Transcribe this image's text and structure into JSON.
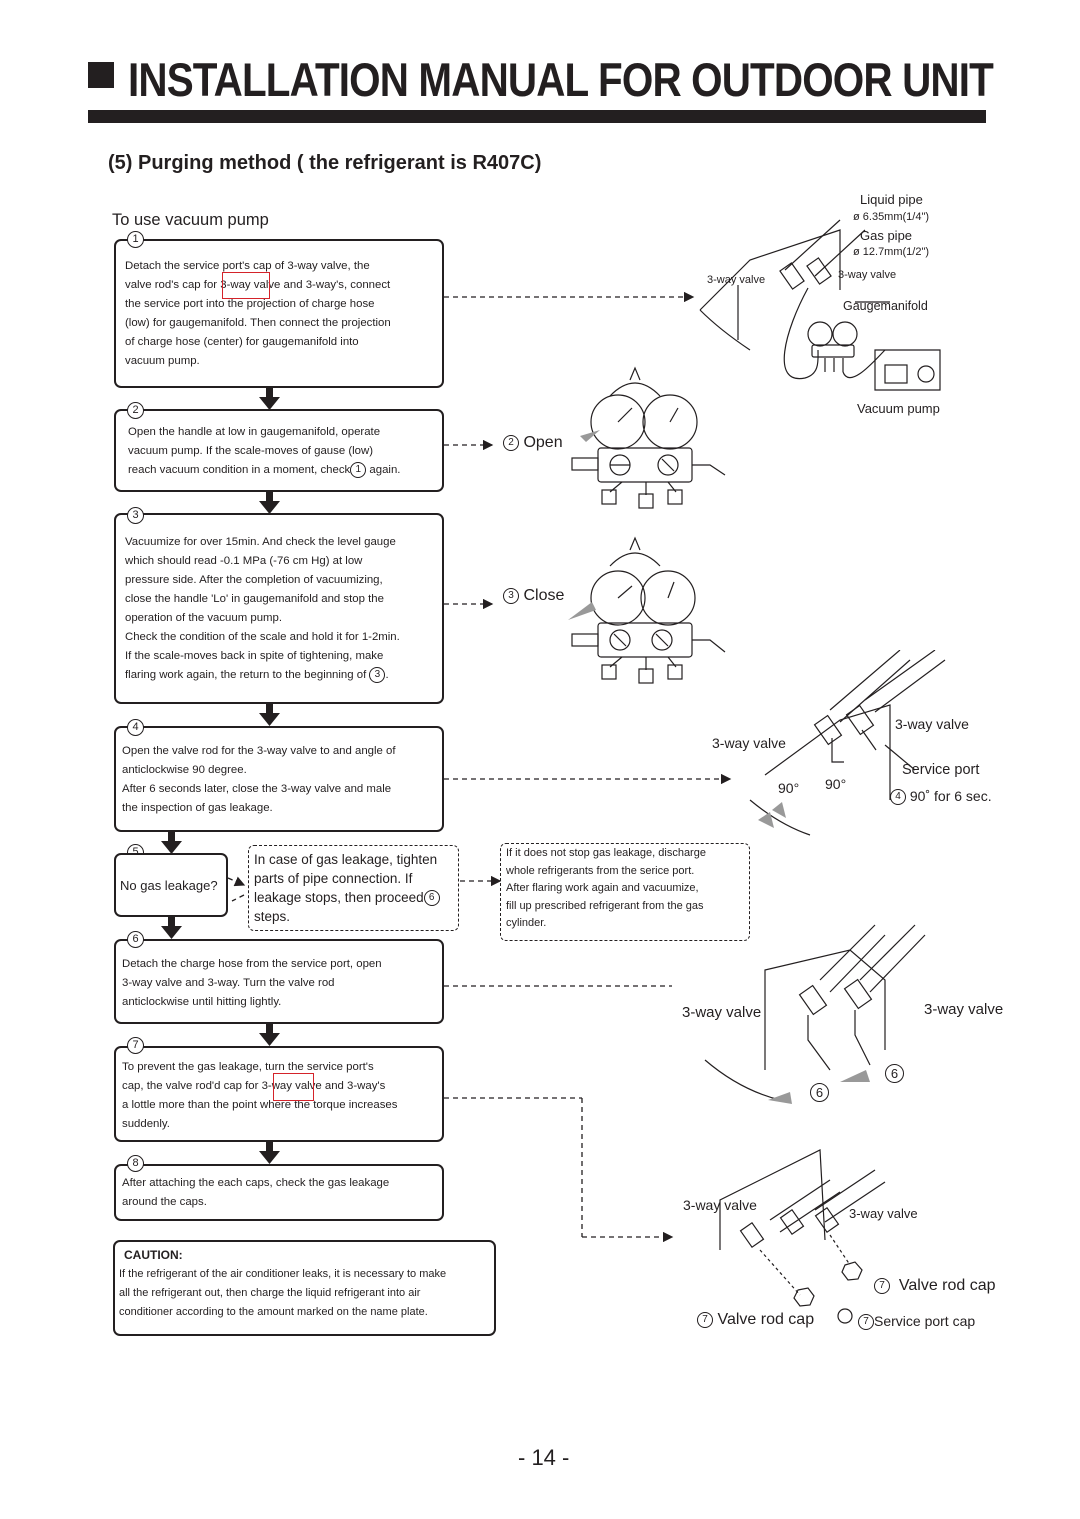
{
  "header": {
    "title": "INSTALLATION MANUAL FOR OUTDOOR UNIT"
  },
  "section": {
    "title": "(5) Purging method ( the refrigerant is R407C)",
    "subtitle": "To use vacuum pump"
  },
  "steps": [
    {
      "num": "1",
      "text": "Detach the service port's cap of 3-way valve, the\nvalve rod's cap for 3-way valve and 3-way's, connect\nthe service port into the projection of charge hose\n(low) for gaugemanifold. Then connect the projection\nof charge hose (center) for gaugemanifold into\nvacuum pump."
    },
    {
      "num": "2",
      "text_a": "Open the handle at low in gaugemanifold, operate\nvacuum pump. If the scale-moves of gause (low)\nreach vacuum condition in a moment, check",
      "ref": "1",
      "text_b": "again."
    },
    {
      "num": "3",
      "text_a": "Vacuumize for over 15min. And check the level gauge\nwhich should read -0.1 MPa (-76 cm Hg) at low\npressure side. After the completion of vacuumizing,\nclose the handle 'Lo' in gaugemanifold and stop the\noperation of the vacuum pump.\nCheck the condition of the scale and hold it for 1-2min.\nIf the scale-moves back in spite of tightening, make\nflaring work again, the return to the beginning of",
      "ref": "3",
      "text_b": "."
    },
    {
      "num": "4",
      "text": "Open the valve rod for the 3-way valve to and angle of\nanticlockwise 90 degree.\nAfter 6 seconds later, close the 3-way valve and male\nthe inspection  of gas leakage."
    },
    {
      "num": "5",
      "question": "No gas leakage?",
      "branch_a": "In case of gas leakage, tighten\nparts of pipe connection. If\nleakage stops, then proceed",
      "branch_ref": "6",
      "branch_b": "steps.",
      "branch_note": "If it does not stop gas leakage, discharge\nwhole refrigerants from the serice port.\nAfter flaring work again and vacuumize,\nfill up prescribed refrigerant from the gas\ncylinder."
    },
    {
      "num": "6",
      "text": "Detach the charge hose from the service port, open\n3-way valve and 3-way. Turn the valve rod\nanticlockwise until hitting lightly."
    },
    {
      "num": "7",
      "text": "To prevent the gas leakage, turn the service port's\ncap, the valve rod'd cap for 3-way valve and 3-way's\na lottle more than the point where the torque increases\nsuddenly."
    },
    {
      "num": "8",
      "text": "After attaching the each caps, check the gas leakage\naround the caps."
    }
  ],
  "caution": {
    "heading": "CAUTION:",
    "text": "If the refrigerant of the air conditioner leaks, it is necessary to make\nall the refrigerant out, then charge the liquid refrigerant into air\nconditioner according to the amount marked on the name plate."
  },
  "diagram1": {
    "liquid_pipe": "Liquid pipe",
    "liquid_size": "ø 6.35mm(1/4\")",
    "gas_pipe": "Gas pipe",
    "gas_size": "ø 12.7mm(1/2\")",
    "valve_a": "3-way valve",
    "valve_b": "3-way valve",
    "manifold": "Gaugemanifold",
    "pump": "Vacuum pump"
  },
  "diagram2": {
    "ref": "2",
    "label": "Open"
  },
  "diagram3": {
    "ref": "3",
    "label": "Close"
  },
  "diagram4": {
    "valve_a": "3-way valve",
    "valve_b": "3-way valve",
    "angle_a": "90°",
    "angle_b": "90°",
    "service_port": "Service port",
    "ref": "4",
    "timing": "90˚ for 6 sec."
  },
  "diagram6": {
    "valve_a": "3-way valve",
    "valve_b": "3-way valve",
    "ref_a": "6",
    "ref_b": "6"
  },
  "diagram7": {
    "valve_a": "3-way valve",
    "valve_b": "3-way valve",
    "ref": "7",
    "cap_a": "Valve rod cap",
    "cap_b": "Valve rod cap",
    "service_cap": "Service port cap"
  },
  "footer": {
    "page": "- 14 -"
  }
}
